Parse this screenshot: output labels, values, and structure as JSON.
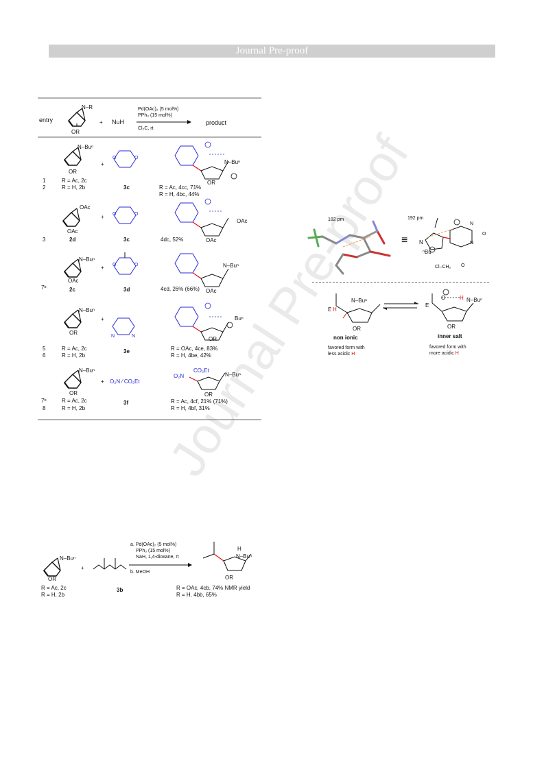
{
  "banner": {
    "title": "Journal Pre-proof"
  },
  "watermark": {
    "text": "Journal Pre-proof"
  },
  "table": {
    "header": {
      "entry": "entry",
      "substrate_r": "N–R",
      "substrate_or": "OR",
      "plus": "+",
      "nuh": "NuH",
      "cond1": "Pd(OAc)₂ (5 mol%)",
      "cond2": "PPh₃ (15 mol%)",
      "cond3": "Cl₂C, rt",
      "product": "product"
    },
    "rows": [
      {
        "entries": [
          "1",
          "2"
        ],
        "sub_n": "N–Buⁿ",
        "sub_or": "OR",
        "sub_lines": [
          "R = Ac, 2c",
          "R = H, 2b"
        ],
        "nu": "3c",
        "prod_lines": [
          "R = Ac, 4cc, 71%",
          "R = H, 4bc, 44%"
        ],
        "prod_n": "N–Buⁿ",
        "prod_or": "OR"
      },
      {
        "entries": [
          "3"
        ],
        "sub_n": "OAc",
        "sub_or": "OAc",
        "sub_lines": [
          "2d"
        ],
        "nu": "3c",
        "prod_lines": [
          "4dc, 52%"
        ],
        "prod_n": "OAc",
        "prod_or": "OAc"
      },
      {
        "entries": [
          "7ᵇ"
        ],
        "sub_n": "N–Buⁿ",
        "sub_or": "OAc",
        "sub_lines": [
          "2c"
        ],
        "nu": "3d",
        "prod_lines": [
          "4cd, 26% (66%)"
        ],
        "prod_n": "N–Buⁿ",
        "prod_or": "OAc"
      },
      {
        "entries": [
          "5",
          "6"
        ],
        "sub_n": "N–Buⁿ",
        "sub_or": "OR",
        "sub_lines": [
          "R = Ac, 2c",
          "R = H, 2b"
        ],
        "nu": "3e",
        "prod_lines": [
          "R = OAc, 4ce, 83%",
          "R = H, 4be, 42%"
        ],
        "prod_n": "Buⁿ",
        "prod_or": "OR"
      },
      {
        "entries": [
          "7ᵇ",
          "8"
        ],
        "sub_n": "N–Buⁿ",
        "sub_or": "OR",
        "sub_lines": [
          "R = Ac, 2c",
          "R = H, 2b"
        ],
        "nu": "3f",
        "nu_formula": "O₂N ⁄ CO₂Et",
        "prod_lines": [
          "R = Ac, 4cf, 21% (71%)",
          "R = H, 4bf, 31%"
        ],
        "prod_n": "N–Buⁿ",
        "prod_or": "OR",
        "prod_top": "CO₂Et",
        "prod_left": "O₂N"
      }
    ]
  },
  "crystal": {
    "dist_left": "182 pm",
    "dist_right": "192 pm",
    "equiv": "≡",
    "n_label": "N",
    "bu_label": "ⁿBu",
    "cl_label": "Cl–CH₂",
    "n1": "N",
    "n2": "N",
    "o1": "O",
    "o2": "O"
  },
  "equilibrium": {
    "left_n": "N–Buⁿ",
    "left_e": "E",
    "left_h": "H",
    "left_or": "OR",
    "left_name": "non ionic",
    "left_desc1": "favored form with",
    "left_desc2_a": "less acidic ",
    "left_desc2_h": "H",
    "right_o": "O",
    "right_h": "H",
    "right_n": "N–Buⁿ",
    "right_e": "E",
    "right_or": "OR",
    "right_name": "inner salt",
    "right_desc1": "favored form with",
    "right_desc2_a": "more acidic ",
    "right_desc2_h": "H"
  },
  "scheme2": {
    "sub_n": "N–Buⁿ",
    "sub_or": "OR",
    "sub_line1": "R = Ac, 2c",
    "sub_line2": "R = H, 2b",
    "plus": "+",
    "nu": "3b",
    "cond1": "a. Pd(OAc)₂ (5 mol%)",
    "cond2": "PPh₃ (15 mol%)",
    "cond3": "NaH, 1,4-dioxane, rt",
    "cond4": "b. MeOH",
    "prod_n": "N–Buⁿ",
    "prod_h": "H",
    "prod_or": "OR",
    "prod_line1": "R = OAc, 4cb, 74% NMR yield",
    "prod_line2": "R = H, 4bb, 65%"
  }
}
